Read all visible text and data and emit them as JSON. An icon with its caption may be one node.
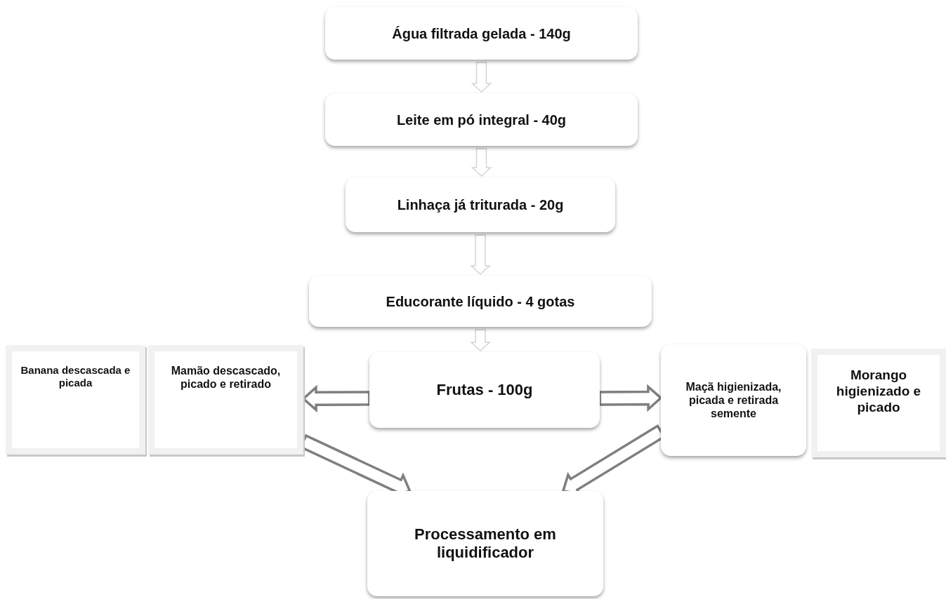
{
  "diagram": {
    "nodes": [
      {
        "text": [
          "Água filtrada gelada - 140g"
        ]
      },
      {
        "text": [
          "Leite em pó integral - 40g"
        ]
      },
      {
        "text": [
          "Linhaça já triturada - 20g"
        ]
      },
      {
        "text": [
          "Educorante líquido - 4 gotas"
        ]
      },
      {
        "text": [
          "Frutas - 100g"
        ]
      },
      {
        "text": [
          "Banana descascada e picada"
        ]
      },
      {
        "text": [
          "Mamão descascado, picado e retirado"
        ]
      },
      {
        "text": [
          "Maçã higienizada, picada e retirada semente"
        ]
      },
      {
        "text": [
          "Morango higienizado e picado"
        ]
      },
      {
        "text": [
          "Processamento em liquidificador"
        ]
      }
    ],
    "edges": [
      {
        "from": 0,
        "to": 1,
        "arrow": "to"
      },
      {
        "from": 1,
        "to": 2,
        "arrow": "to"
      },
      {
        "from": 2,
        "to": 3,
        "arrow": "to"
      },
      {
        "from": 3,
        "to": 4,
        "arrow": "to"
      },
      {
        "from": 4,
        "to": 6,
        "arrow": "to",
        "style": "thick"
      },
      {
        "from": 4,
        "to": 7,
        "arrow": "to",
        "style": "thick"
      },
      {
        "from": 6,
        "to": 9,
        "arrow": "to",
        "style": "thick"
      },
      {
        "from": 7,
        "to": 9,
        "arrow": "to",
        "style": "thick"
      }
    ]
  }
}
